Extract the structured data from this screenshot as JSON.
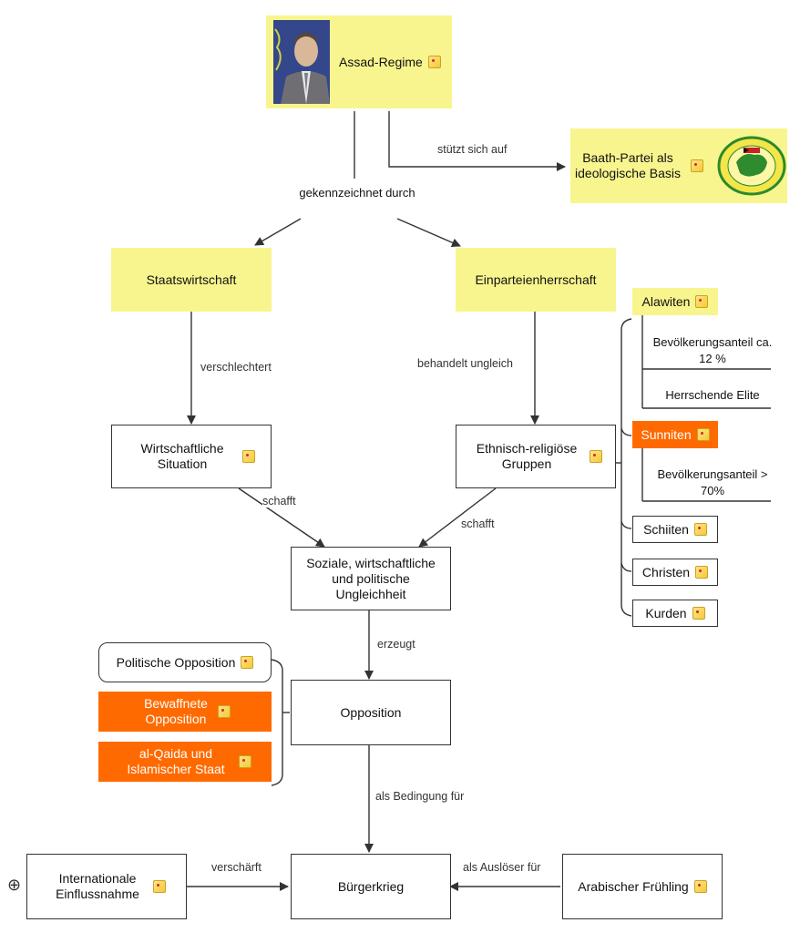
{
  "nodes": {
    "assad": "Assad-Regime",
    "baath": "Baath-Partei als ideologische Basis",
    "staatswirtschaft": "Staatswirtschaft",
    "einpartei": "Einparteienherrschaft",
    "wirtschaft": "Wirtschaftliche Situation",
    "ethnisch": "Ethnisch-religiöse Gruppen",
    "ungleichheit": "Soziale, wirtschaftliche und politische Ungleichheit",
    "opposition": "Opposition",
    "polit_opp": "Politische Opposition",
    "bewaffnet": "Bewaffnete Opposition",
    "alqaida": "al-Qaida und Islamischer Staat",
    "buergerkrieg": "Bürgerkrieg",
    "international": "Internationale Einflussnahme",
    "arab": "Arabischer Frühling"
  },
  "groups": {
    "alawiten": "Alawiten",
    "alawiten_anteil": "Bevölkerungsanteil ca. 12 %",
    "alawiten_elite": "Herrschende Elite",
    "sunniten": "Sunniten",
    "sunniten_anteil": "Bevölkerungsanteil > 70%",
    "schiiten": "Schiiten",
    "christen": "Christen",
    "kurden": "Kurden"
  },
  "edges": {
    "gekennzeichnet": "gekennzeichnet durch",
    "stuetzt": "stützt sich auf",
    "verschlechtert": "verschlechtert",
    "behandelt": "behandelt ungleich",
    "schafft1": "schafft",
    "schafft2": "schafft",
    "erzeugt": "erzeugt",
    "bedingung": "als Bedingung für",
    "verschaerft": "verschärft",
    "ausloeser": "als Auslöser für"
  },
  "icons": {
    "note": "note-icon",
    "expand": "plus-circle-icon"
  },
  "colors": {
    "yellow": "#f8f58e",
    "orange": "#ff6a00"
  }
}
